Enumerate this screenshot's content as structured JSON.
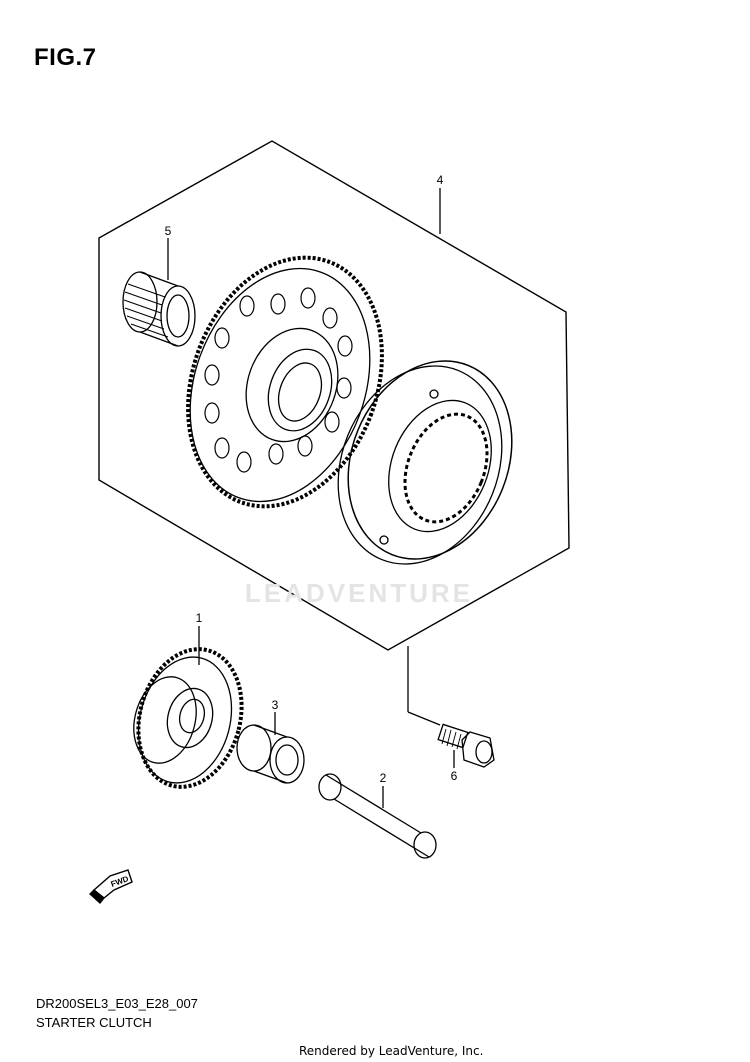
{
  "figure": {
    "title": "FIG.7",
    "code": "DR200SEL3_E03_E28_007",
    "caption": "STARTER CLUTCH"
  },
  "callouts": [
    "1",
    "2",
    "3",
    "4",
    "5",
    "6"
  ],
  "fwd_label": "FWD",
  "watermark": "LEADVENTURE",
  "footer": {
    "rendered_by": "Rendered by LeadVenture, Inc."
  },
  "colors": {
    "line": "#000000",
    "watermark": "#e4e4e4"
  }
}
